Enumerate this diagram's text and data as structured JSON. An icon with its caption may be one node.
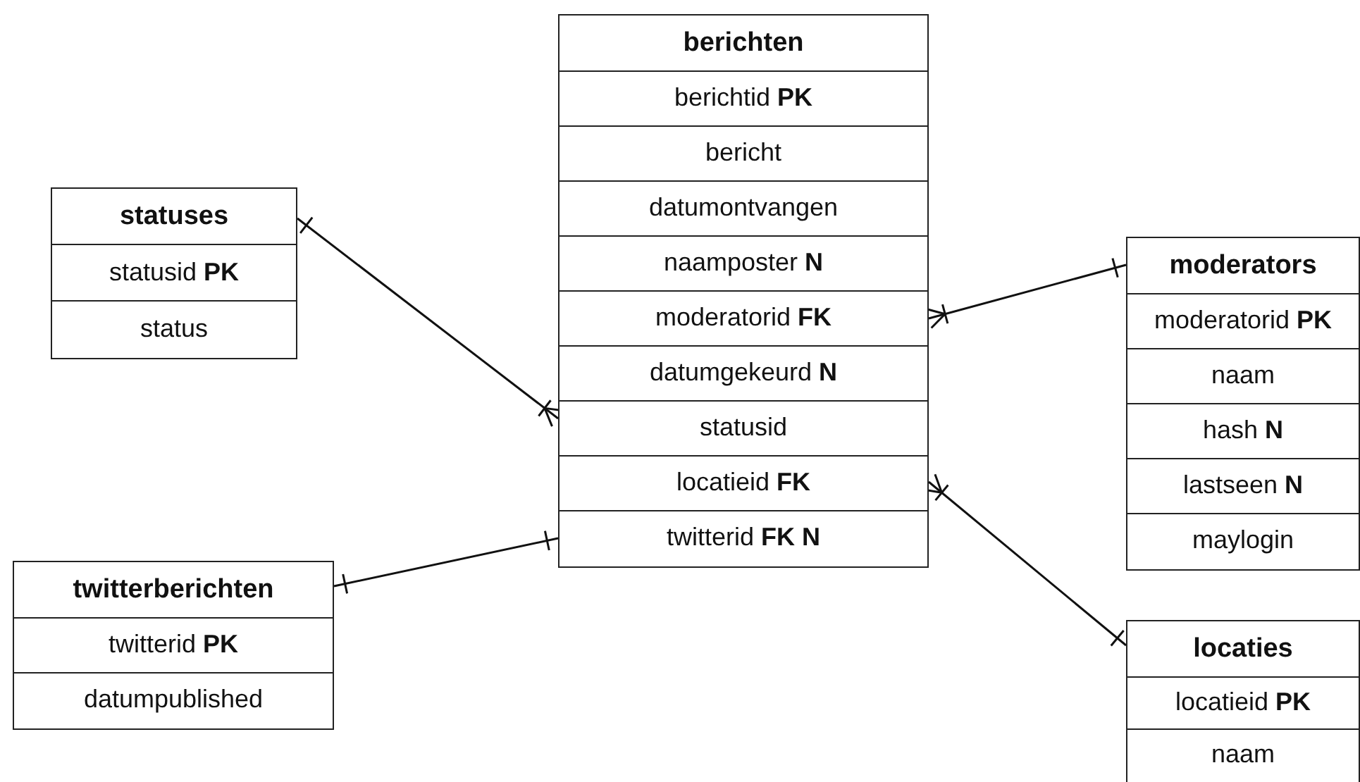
{
  "diagram": {
    "nodes": [
      {
        "text": [
          "berichten"
        ]
      },
      {
        "text": [
          "berichtid **PK**"
        ],
        "in": 0
      },
      {
        "text": [
          "bericht"
        ],
        "in": 0
      },
      {
        "text": [
          "datumontvangen"
        ],
        "in": 0
      },
      {
        "text": [
          "naamposter **N**"
        ],
        "in": 0
      },
      {
        "text": [
          "moderatorid **FK**"
        ],
        "in": 0
      },
      {
        "text": [
          "datumgekeurd **N**"
        ],
        "in": 0
      },
      {
        "text": [
          "statusid"
        ],
        "in": 0
      },
      {
        "text": [
          "locatieid **FK**"
        ],
        "in": 0
      },
      {
        "text": [
          "twitterid **FK**  **N**"
        ],
        "in": 0
      },
      {
        "text": [
          "statuses"
        ]
      },
      {
        "text": [
          "statusid **PK**"
        ],
        "in": 10
      },
      {
        "text": [
          "status"
        ],
        "in": 10
      },
      {
        "text": [
          "moderators"
        ]
      },
      {
        "text": [
          "moderatorid **PK**"
        ],
        "in": 13
      },
      {
        "text": [
          "naam"
        ],
        "in": 13
      },
      {
        "text": [
          "hash **N**"
        ],
        "in": 13
      },
      {
        "text": [
          "lastseen **N**"
        ],
        "in": 13
      },
      {
        "text": [
          "maylogin"
        ],
        "in": 13
      },
      {
        "text": [
          "twitterberichten"
        ]
      },
      {
        "text": [
          "twitterid **PK**"
        ],
        "in": 19
      },
      {
        "text": [
          "datumpublished"
        ],
        "in": 19
      },
      {
        "text": [
          "locaties"
        ]
      },
      {
        "text": [
          "locatieid **PK**"
        ],
        "in": 22
      },
      {
        "text": [
          "naam"
        ],
        "in": 22
      }
    ],
    "edges": [
      {
        "from": 10,
        "to": 7,
        "arrow": "other"
      },
      {
        "from": 5,
        "to": 13,
        "arrow": "other"
      },
      {
        "from": 19,
        "to": 9,
        "arrow": "other"
      },
      {
        "from": 8,
        "to": 22,
        "arrow": "other"
      }
    ]
  }
}
